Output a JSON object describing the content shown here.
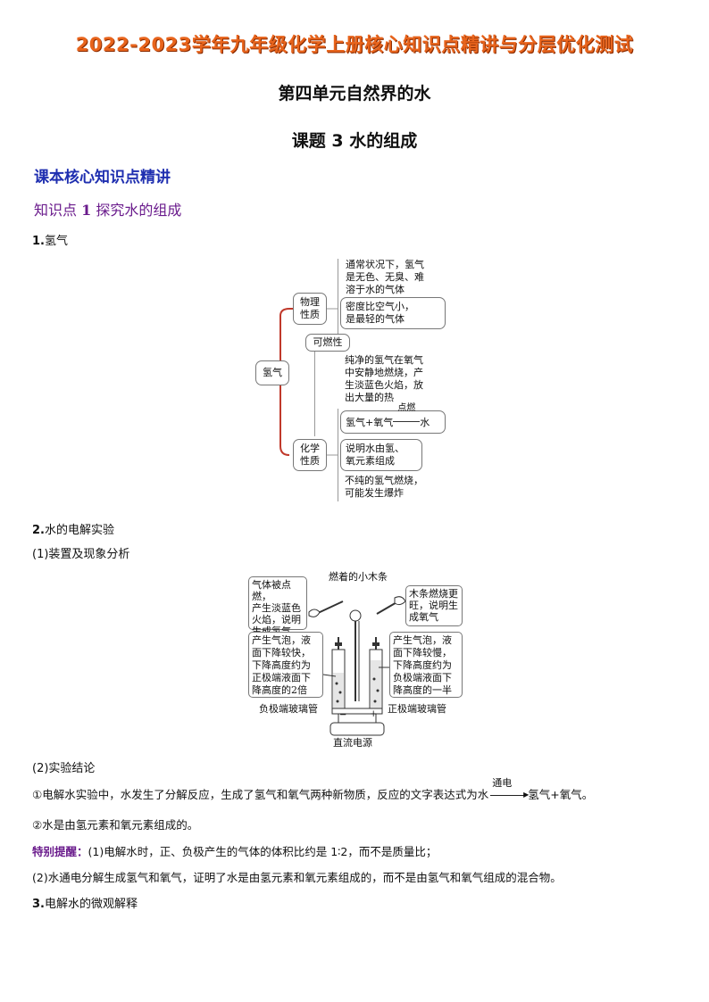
{
  "header": {
    "doc_title": "2022-2023学年九年级化学上册核心知识点精讲与分层优化测试",
    "unit_title": "第四单元自然界的水",
    "lesson_title": "课题 3  水的组成"
  },
  "section": {
    "heading": "课本核心知识点精讲",
    "kp_prefix": "知识点",
    "kp_number": "1",
    "kp_title": "探究水的组成"
  },
  "hydrogen": {
    "num": "1.",
    "label": "氢气",
    "center": "氢气",
    "physical_label_1": "物理",
    "physical_label_2": "性质",
    "phys_box1": [
      "通常状况下，氢气",
      "是无色、无臭、难",
      "溶于水的气体"
    ],
    "phys_box2": [
      "密度比空气小，",
      "是最轻的气体"
    ],
    "combustible": "可燃性",
    "burn_box": [
      "纯净的氢气在氧气",
      "中安静地燃烧，产",
      "生淡蓝色火焰，放",
      "出大量的热"
    ],
    "chem_label_1": "化学",
    "chem_label_2": "性质",
    "eq_left": "氢气+氧气",
    "eq_cond": "点燃",
    "eq_right": "水",
    "explain_box": [
      "说明水由氢、",
      "氧元素组成"
    ],
    "impure_box": [
      "不纯的氢气燃烧，",
      "可能发生爆炸"
    ]
  },
  "electrolysis": {
    "num": "2.",
    "label": "水的电解实验",
    "sub1": "(1)装置及现象分析",
    "fig": {
      "top_label": "燃着的小木条",
      "tl_box": [
        "气体被点燃，",
        "产生淡蓝色",
        "火焰，说明",
        "生成氢气"
      ],
      "tr_box": [
        "木条燃烧更",
        "旺，说明生",
        "成氧气"
      ],
      "ml_box": [
        "产生气泡，液",
        "面下降较快，",
        "下降高度约为",
        "正极端液面下",
        "降高度的2倍"
      ],
      "mr_box": [
        "产生气泡，液",
        "面下降较慢，",
        "下降高度约为",
        "负极端液面下",
        "降高度的一半"
      ],
      "neg_tube": "负极端玻璃管",
      "pos_tube": "正极端玻璃管",
      "power": "直流电源",
      "minus": "−",
      "plus": "+"
    },
    "sub2": "(2)实验结论",
    "c1_text": "①电解水实验中，水发生了分解反应，生成了氢气和氧气两种新物质，反应的文字表达式为水",
    "c1_cond": "通电",
    "c1_products": "氢气+氧气。",
    "c2_text": "②水是由氢元素和氧元素组成的。",
    "tip_label": "特别提醒：",
    "tip1": "(1)电解水时，正、负极产生的气体的体积比约是 1∶2，而不是质量比；",
    "tip2": "(2)水通电分解生成氢气和氧气，证明了水是由氢元素和氧元素组成的，而不是由氢气和氧气组成的混合物。"
  },
  "micro": {
    "num": "3.",
    "label": "电解水的微观解释"
  }
}
